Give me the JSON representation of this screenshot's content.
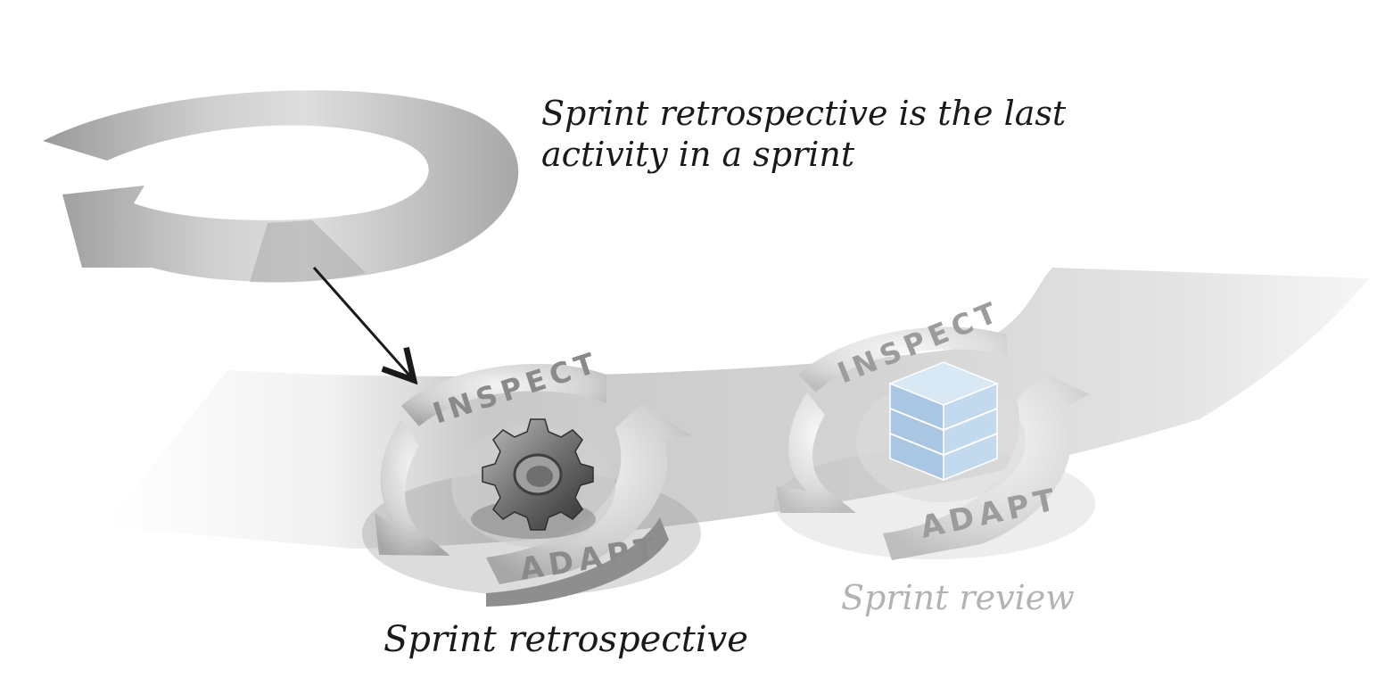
{
  "annotation": {
    "line1": "Sprint retrospective is the last",
    "line2": "activity in a sprint"
  },
  "retrospective": {
    "label": "Sprint retrospective",
    "inspect": "INSPECT",
    "adapt": "ADAPT",
    "center_icon": "gear-icon"
  },
  "review": {
    "label": "Sprint review",
    "inspect": "INSPECT",
    "adapt": "ADAPT",
    "center_icon": "cube-icon"
  },
  "colors": {
    "ink": "#1a1a1a",
    "faded_label": "#b3b3b3",
    "cube": "#b9d3ea"
  }
}
